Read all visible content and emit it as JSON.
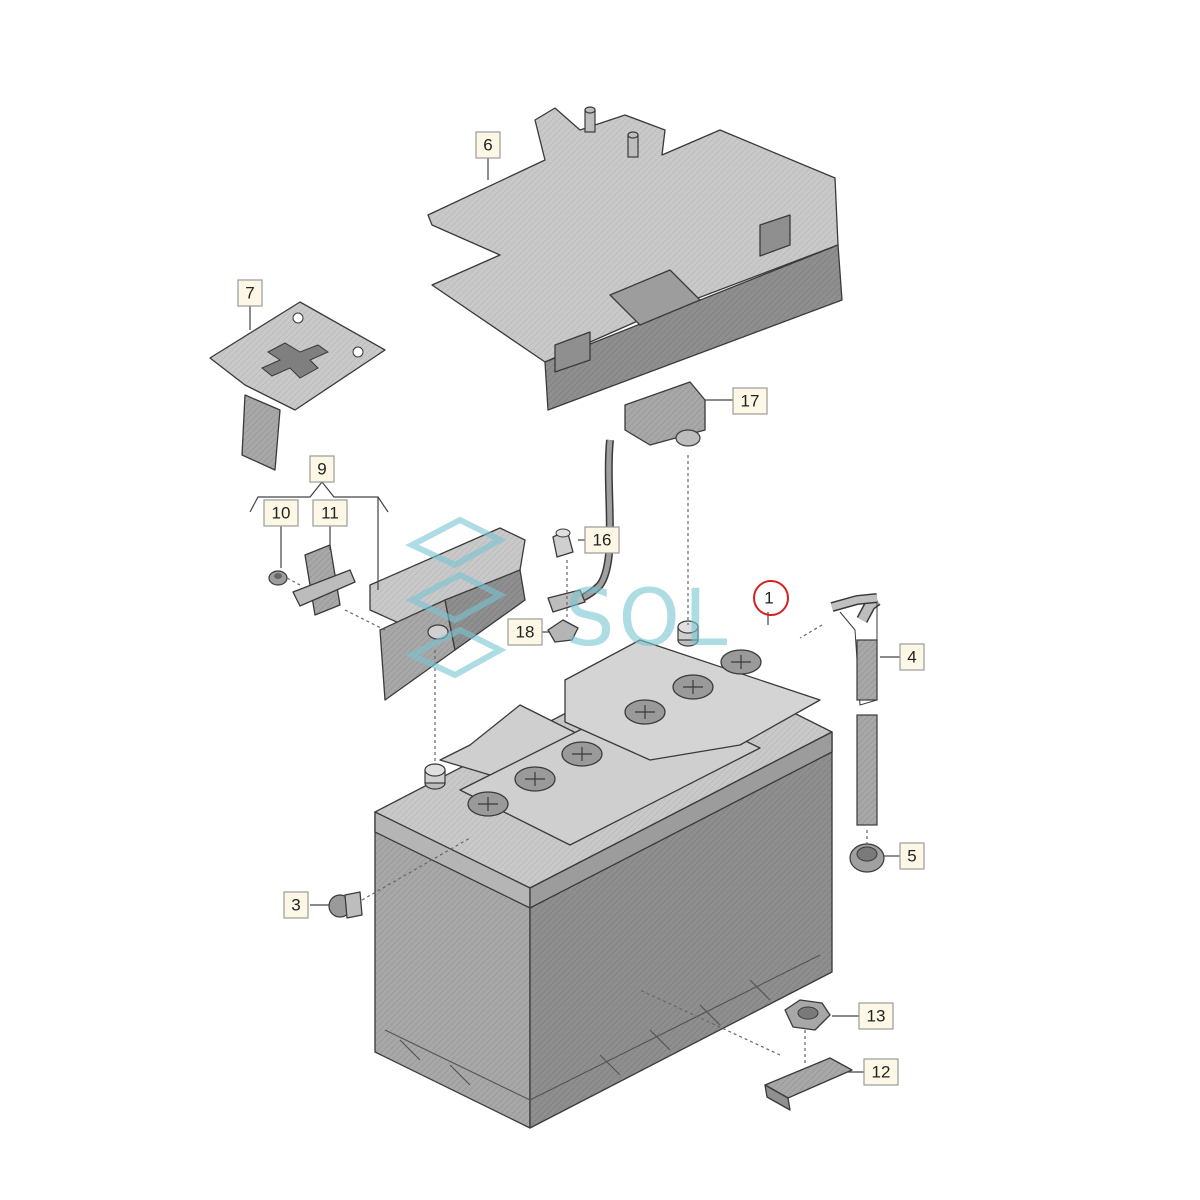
{
  "watermark": {
    "text": "SOL",
    "color": "#78c5d2"
  },
  "colors": {
    "part_fill_light": "#c8c8c8",
    "part_fill_mid": "#a9a9a9",
    "part_fill_dark": "#8e8e8e",
    "callout_fill": "#fdf8e6",
    "highlight": "#d62020"
  },
  "callouts": [
    {
      "id": "1",
      "label": "1",
      "highlighted": true
    },
    {
      "id": "3",
      "label": "3"
    },
    {
      "id": "4",
      "label": "4"
    },
    {
      "id": "5",
      "label": "5"
    },
    {
      "id": "6",
      "label": "6"
    },
    {
      "id": "7",
      "label": "7"
    },
    {
      "id": "9",
      "label": "9"
    },
    {
      "id": "10",
      "label": "10"
    },
    {
      "id": "11",
      "label": "11"
    },
    {
      "id": "12",
      "label": "12"
    },
    {
      "id": "13",
      "label": "13"
    },
    {
      "id": "16",
      "label": "16"
    },
    {
      "id": "17",
      "label": "17"
    },
    {
      "id": "18",
      "label": "18"
    }
  ]
}
